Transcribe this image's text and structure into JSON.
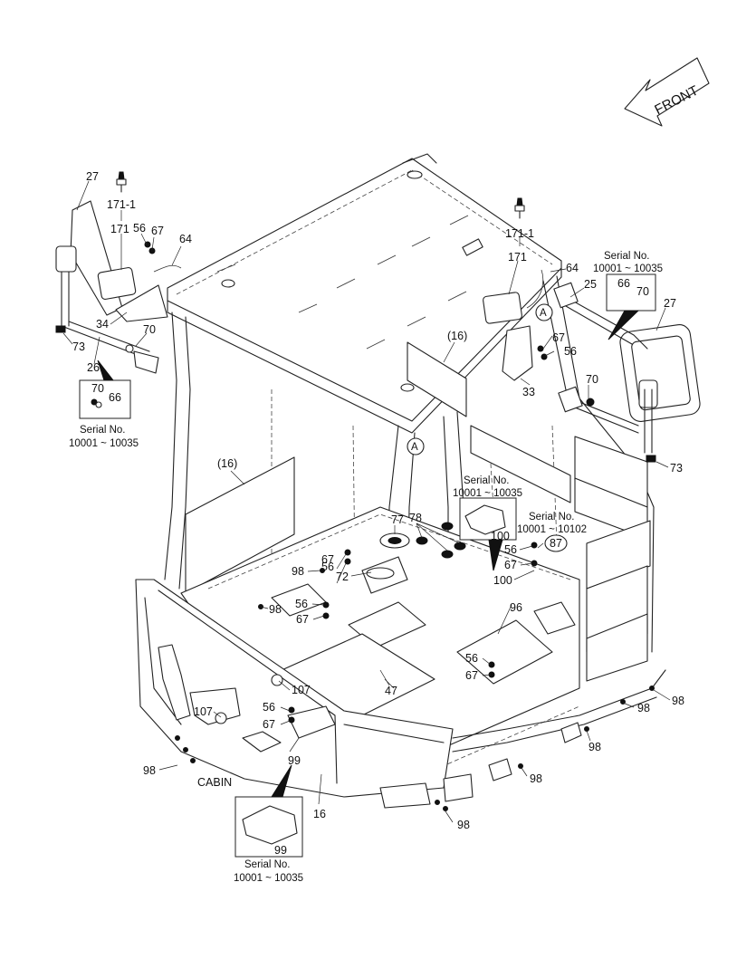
{
  "front_label": "FRONT",
  "cabin_label": "CABIN",
  "detail_a": "A",
  "serial_title": "Serial No.",
  "serial_range_a": "10001 ~ 10035",
  "serial_range_b": "10001 ~ 10102",
  "parts": {
    "p27": "27",
    "p171_1": "171-1",
    "p171": "171",
    "p56": "56",
    "p67": "67",
    "p64": "64",
    "p34": "34",
    "p70": "70",
    "p73": "73",
    "p26": "26",
    "p66": "66",
    "p25": "25",
    "p33": "33",
    "p16": "16",
    "p16p": "(16)",
    "p77": "77",
    "p78": "78",
    "p100": "100",
    "p87": "87",
    "p98": "98",
    "p72": "72",
    "p96": "96",
    "p47": "47",
    "p107": "107",
    "p99": "99"
  }
}
